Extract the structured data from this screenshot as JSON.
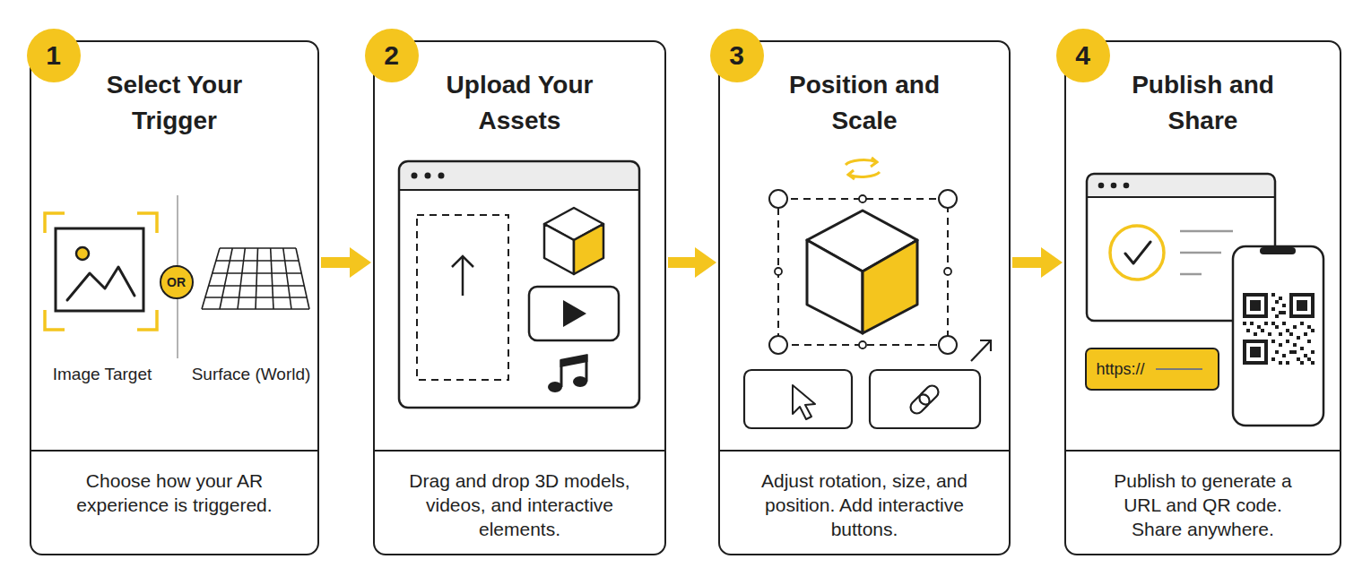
{
  "diagram": {
    "nodes": [
      {
        "text": [
          "Select Your Trigger",
          "Choose how your AR experience is triggered."
        ]
      },
      {
        "text": [
          "1"
        ],
        "in": 0
      },
      {
        "text": [
          "OR"
        ],
        "in": 0
      },
      {
        "text": [
          "Upload Your Assets",
          "Drag and drop 3D models, videos, and interactive elements."
        ]
      },
      {
        "text": [
          "2"
        ],
        "in": 3
      },
      {
        "text": [
          "Position and Scale",
          "Adjust rotation, size, and position. Add interactive buttons."
        ]
      },
      {
        "text": [
          "3"
        ],
        "in": 5
      },
      {
        "text": [
          "Publish and Share",
          "Publish to generate a URL and QR code. Share anywhere."
        ]
      },
      {
        "text": [
          "4"
        ],
        "in": 7
      },
      {
        "text": [
          "https://"
        ],
        "in": 7
      }
    ],
    "edges": [
      {
        "from": 0,
        "to": 3,
        "arrow": "to"
      },
      {
        "from": 3,
        "to": 5,
        "arrow": "to"
      },
      {
        "from": 5,
        "to": 7,
        "arrow": "to"
      }
    ],
    "labels": [
      "Image Target",
      "Surface (World)"
    ]
  }
}
